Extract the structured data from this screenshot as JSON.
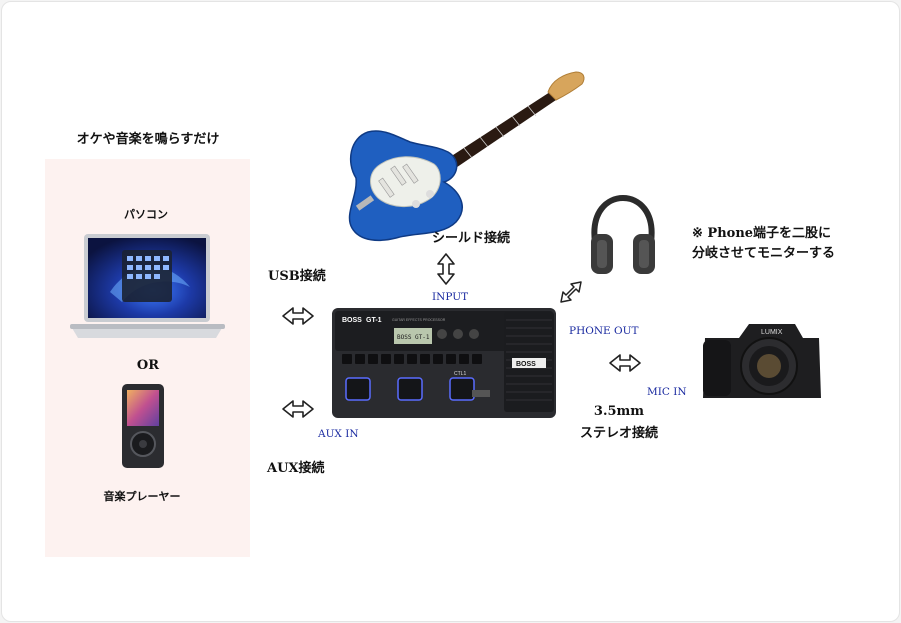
{
  "panel": {
    "title": "オケや音楽を鳴らすだけ",
    "laptop_label": "パソコン",
    "or_label": "OR",
    "player_label": "音楽プレーヤー"
  },
  "connections": {
    "usb": "USB接続",
    "aux": "AUX接続",
    "aux_in": "AUX IN",
    "shield": "シールド接続",
    "input": "INPUT",
    "phone_out": "PHONE OUT",
    "mic_in": "MIC IN",
    "stereo_line1": "3.5mm",
    "stereo_line2": "ステレオ接続"
  },
  "note": {
    "line1": "※ Phone端子を二股に",
    "line2": "分岐させてモニターする"
  },
  "device": {
    "brand": "BOSS",
    "model": "GT-1",
    "subtitle": "GUITAR EFFECTS PROCESSOR",
    "display": "BOSS GT-1",
    "ctl_label": "CTL1"
  },
  "camera": {
    "brand": "LUMIX"
  },
  "colors": {
    "panel_bg": "#fdf2f0",
    "connector_blue": "#1a2aa0",
    "guitar_blue": "#1f5fc0",
    "pedal_led": "#5a6cff"
  }
}
